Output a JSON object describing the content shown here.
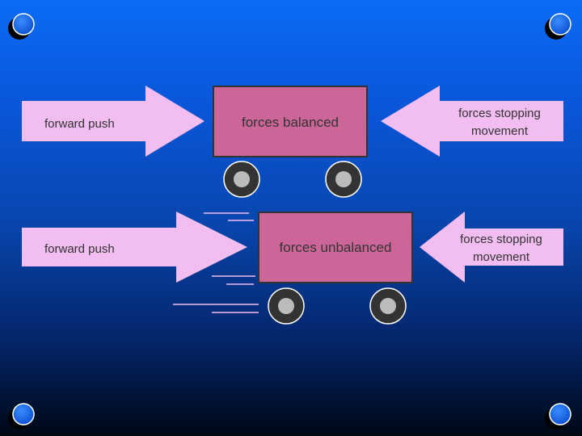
{
  "top": {
    "left_arrow_label": "forward push",
    "box_label": "forces balanced",
    "right_arrow_label": [
      "forces stopping",
      "movement"
    ]
  },
  "bottom": {
    "left_arrow_label": "forward push",
    "box_label": "forces unbalanced",
    "right_arrow_label": [
      "forces stopping",
      "movement"
    ]
  },
  "colors": {
    "background_top": "#0a6cf5",
    "background_bottom": "#000814",
    "arrow_fill": "#f2bdf0",
    "box_fill": "#cc6699",
    "wheel": "#333333",
    "hub": "#bbbbbb",
    "motion_lines": "#f2bdf0",
    "corner_circle": "#1a6be0"
  },
  "icons": [
    "corner-circle-icon",
    "motion-lines-icon",
    "wheel-icon"
  ]
}
